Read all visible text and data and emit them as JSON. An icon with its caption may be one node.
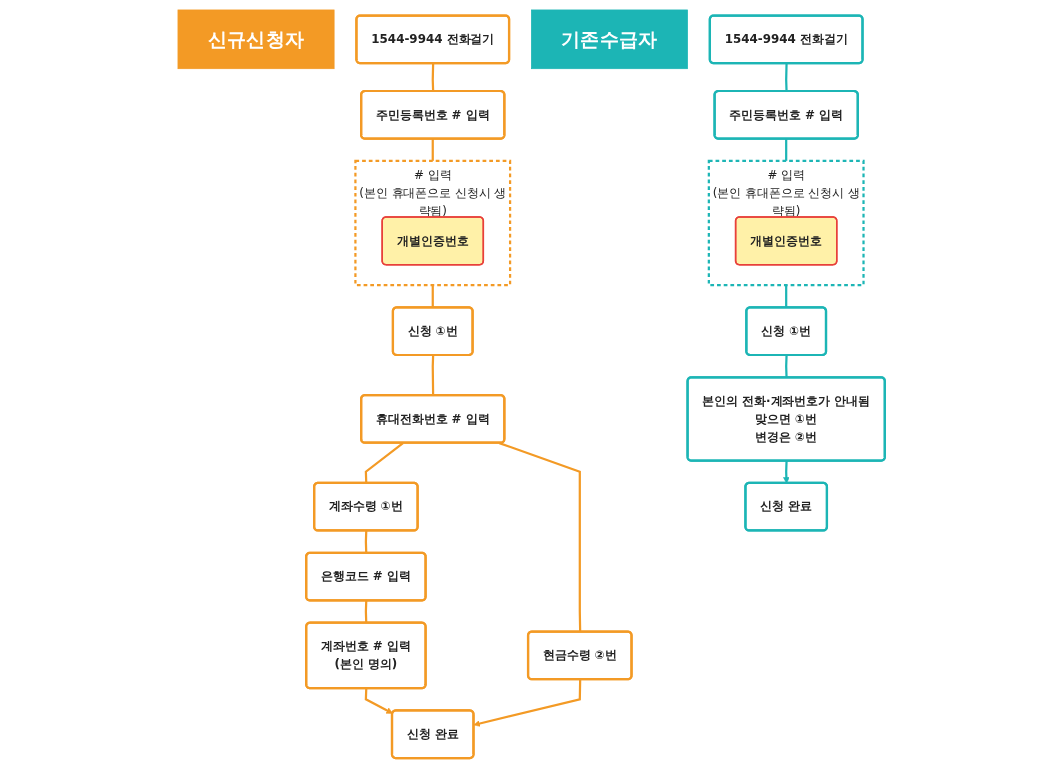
{
  "diagram": {
    "nodes": [
      {
        "text": [
          "신규신청자"
        ]
      },
      {
        "text": [
          "1544-9944 전화걸기"
        ]
      },
      {
        "text": [
          "주민등록번호 # 입력"
        ]
      },
      {
        "text": [
          "# 입력",
          "(본인 휴대폰으로 신청시 생략됨)"
        ]
      },
      {
        "text": [
          "개별인증번호"
        ],
        "in": 3
      },
      {
        "text": [
          "신청 ①번"
        ]
      },
      {
        "text": [
          "휴대전화번호 # 입력"
        ]
      },
      {
        "text": [
          "계좌수령 ①번"
        ]
      },
      {
        "text": [
          "현금수령 ②번"
        ]
      },
      {
        "text": [
          "은행코드 # 입력"
        ]
      },
      {
        "text": [
          "계좌번호 # 입력",
          "(본인 명의)"
        ]
      },
      {
        "text": [
          "신청 완료"
        ]
      },
      {
        "text": [
          "기존수급자"
        ]
      },
      {
        "text": [
          "1544-9944 전화걸기"
        ]
      },
      {
        "text": [
          "주민등록번호 # 입력"
        ]
      },
      {
        "text": [
          "# 입력",
          "(본인 휴대폰으로 신청시 생략됨)"
        ]
      },
      {
        "text": [
          "개별인증번호"
        ],
        "in": 15
      },
      {
        "text": [
          "신청 ①번"
        ]
      },
      {
        "text": [
          "본인의 전화·계좌번호가 안내됨",
          "맞으면 ①번",
          "변경은 ②번"
        ]
      },
      {
        "text": [
          "신청 완료"
        ]
      }
    ],
    "edges": [
      {
        "from": 1,
        "to": 2,
        "arrow": "none",
        "color": "#f39a25"
      },
      {
        "from": 2,
        "to": 3,
        "arrow": "none",
        "color": "#f39a25"
      },
      {
        "from": 3,
        "to": 5,
        "arrow": "none",
        "color": "#f39a25"
      },
      {
        "from": 5,
        "to": 6,
        "arrow": "none",
        "color": "#f39a25"
      },
      {
        "from": 6,
        "to": 7,
        "arrow": "none",
        "color": "#f39a25"
      },
      {
        "from": 6,
        "to": 8,
        "arrow": "none",
        "color": "#f39a25"
      },
      {
        "from": 7,
        "to": 9,
        "arrow": "none",
        "color": "#f39a25"
      },
      {
        "from": 9,
        "to": 10,
        "arrow": "none",
        "color": "#f39a25"
      },
      {
        "from": 10,
        "to": 11,
        "arrow": "to",
        "color": "#f39a25"
      },
      {
        "from": 8,
        "to": 11,
        "arrow": "to",
        "color": "#f39a25"
      },
      {
        "from": 13,
        "to": 14,
        "arrow": "none",
        "color": "#1cb5b5"
      },
      {
        "from": 14,
        "to": 15,
        "arrow": "none",
        "color": "#1cb5b5"
      },
      {
        "from": 15,
        "to": 17,
        "arrow": "none",
        "color": "#1cb5b5"
      },
      {
        "from": 17,
        "to": 18,
        "arrow": "none",
        "color": "#1cb5b5"
      },
      {
        "from": 18,
        "to": 19,
        "arrow": "to",
        "color": "#1cb5b5"
      }
    ]
  }
}
